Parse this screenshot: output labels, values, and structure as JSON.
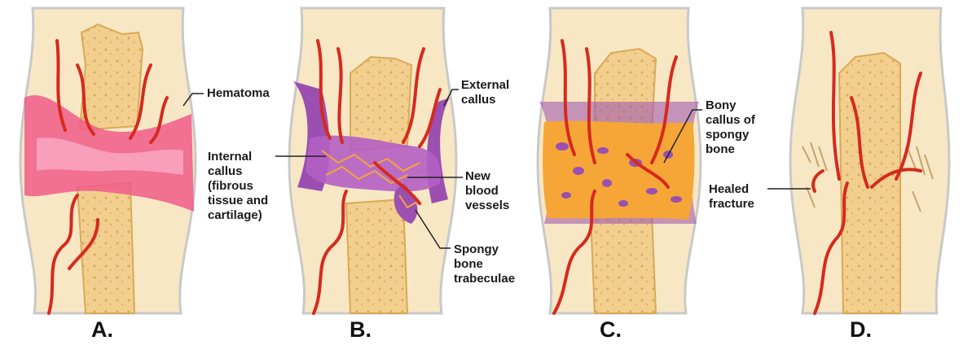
{
  "panels": [
    {
      "letter": "A.",
      "labels": {
        "hematoma": "Hematoma",
        "internal_callus": "Internal\ncallus\n(fibrous\ntissue and\ncartilage)"
      }
    },
    {
      "letter": "B.",
      "labels": {
        "external_callus": "External\ncallus",
        "new_vessels": "New\nblood\nvessels",
        "spongy_trabeculae": "Spongy\nbone\ntrabeculae"
      }
    },
    {
      "letter": "C.",
      "labels": {
        "bony_callus": "Bony\ncallus of\nspongy\nbone"
      }
    },
    {
      "letter": "D.",
      "labels": {
        "healed_fracture": "Healed\nfracture"
      }
    }
  ],
  "colors": {
    "bone": "#f2cf8e",
    "bone_dark": "#d9a957",
    "skin": "#f7e7c4",
    "hematoma": "#f15b8a",
    "hematoma_light": "#f9a3c0",
    "vessel": "#d62a1e",
    "callus_purple": "#9b4fb0",
    "bony_callus": "#f5a637",
    "outline": "#c9c9c9"
  },
  "icons": [
    "bone-illustration",
    "blood-vessel-illustration"
  ]
}
